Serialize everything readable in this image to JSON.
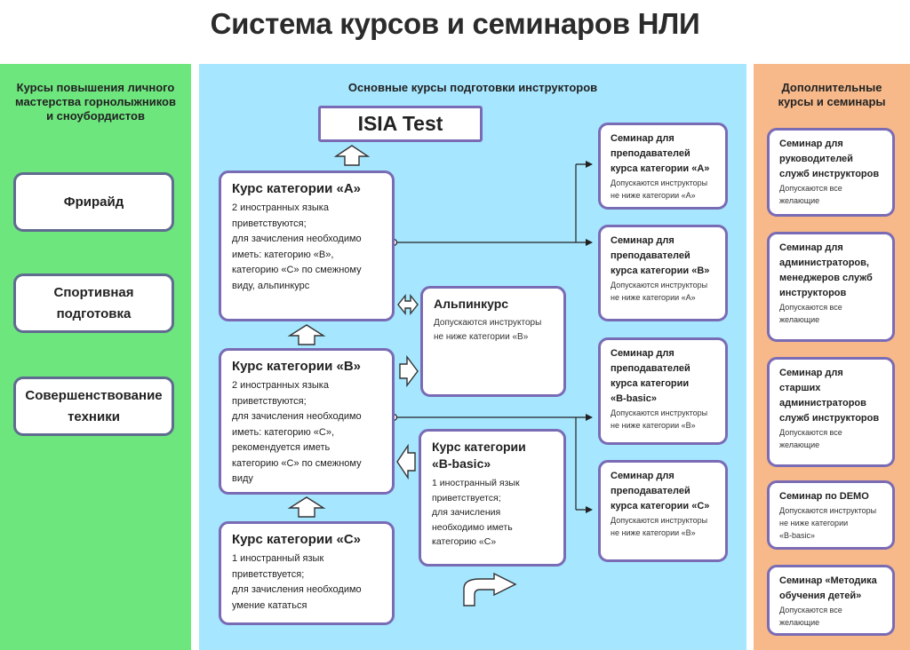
{
  "title": "Система курсов и семинаров НЛИ",
  "columns": {
    "left": {
      "header": "Курсы повышения личного\nмастерства горнолыжников\nи сноубордистов",
      "items": [
        "Фрирайд",
        "Спортивная\nподготовка",
        "Совершенствование\nтехники"
      ]
    },
    "middle": {
      "header": "Основные курсы подготовки инструкторов",
      "isia": "ISIA Test",
      "courses": {
        "a": {
          "title": "Курс категории «А»",
          "text": "2 иностранных языка\nприветствуются;\n для зачисления необходимо\nиметь: категорию «В»,\nкатегорию «С» по смежному\nвиду, альпинкурс"
        },
        "b": {
          "title": "Курс категории «В»",
          "text": "2 иностранных языка\nприветствуются;\n для зачисления необходимо\nиметь: категорию «С»,\nрекомендуется иметь\nкатегорию «С» по смежному\nвиду"
        },
        "c": {
          "title": "Курс категории «С»",
          "text": "1 иностранный язык\nприветствуется;\n для зачисления необходимо\nумение кататься"
        },
        "alpin": {
          "title": "Альпинкурс",
          "text": "Допускаются инструкторы\nне ниже категории «В»"
        },
        "bbasic": {
          "title": "Курс категории\n«В-basic»",
          "text": "1 иностранный язык\nприветствуется;\n для зачисления\nнеобходимо иметь\nкатегорию «С»"
        }
      },
      "seminars": [
        {
          "title": "Семинар для\nпреподавателей\nкурса категории «А»",
          "note": "Допускаются инструкторы\nне ниже категории «А»"
        },
        {
          "title": "Семинар для\nпреподавателей\nкурса категории «В»",
          "note": "Допускаются инструкторы\nне ниже категории «А»"
        },
        {
          "title": "Семинар для\nпреподавателей\nкурса категории\n«В-basic»",
          "note": "Допускаются инструкторы\nне ниже категории «В»"
        },
        {
          "title": "Семинар для\nпреподавателей\nкурса категории «С»",
          "note": "Допускаются инструкторы\nне ниже категории «В»"
        }
      ]
    },
    "right": {
      "header": "Дополнительные\nкурсы и семинары",
      "items": [
        {
          "title": "Семинар для\nруководителей\nслужб инструкторов",
          "note": "Допускаются все\nжелающие"
        },
        {
          "title": "Семинар для\nадминистраторов,\nменеджеров служб\nинструкторов",
          "note": "Допускаются все\nжелающие"
        },
        {
          "title": "Семинар для\nстарших\nадминистраторов\nслужб инструкторов",
          "note": "Допускаются все\nжелающие"
        },
        {
          "title": "Семинар по DEMO",
          "note": "Допускаются инструкторы\nне ниже категории\n«В-basic»"
        },
        {
          "title": "Семинар «Методика\nобучения детей»",
          "note": "Допускаются все\nжелающие"
        }
      ]
    }
  },
  "colors": {
    "left_bg": "#6ee67e",
    "middle_bg": "#a6e6ff",
    "right_bg": "#f7b98a",
    "box_border": "#7a6bb5",
    "connector": "#222222"
  }
}
